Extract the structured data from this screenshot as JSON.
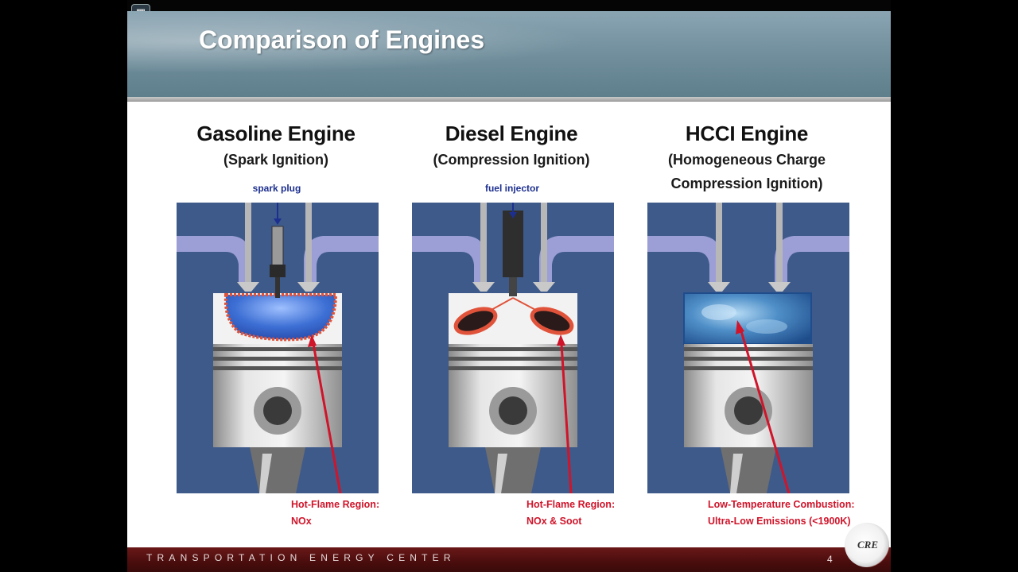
{
  "slide": {
    "title": "Comparison of Engines",
    "footer": "TRANSPORTATION ENERGY CENTER",
    "page_number": "4",
    "logo_text": "CRE"
  },
  "engines": [
    {
      "title": "Gasoline Engine",
      "subtitle_lines": [
        "(Spark Ignition)"
      ],
      "top_callout": "spark plug",
      "note_lines": [
        "Hot-Flame Region:",
        "NOx"
      ]
    },
    {
      "title": "Diesel Engine",
      "subtitle_lines": [
        "(Compression Ignition)"
      ],
      "top_callout": "fuel injector",
      "note_lines": [
        "Hot-Flame Region:",
        "NOx & Soot"
      ]
    },
    {
      "title": "HCCI Engine",
      "subtitle_lines": [
        "(Homogeneous Charge",
        "Compression Ignition)"
      ],
      "top_callout": "",
      "note_lines": [
        "Low-Temperature Combustion:",
        "Ultra-Low Emissions (<1900K)"
      ]
    }
  ],
  "colors": {
    "cylinder_wall": "#3e5a8a",
    "intake_port": "#9c9fd6",
    "piston": "#d9d9d9",
    "flame_blue": "#3d6fd4",
    "flame_edge": "#e0533a",
    "annotation_red": "#d0142a",
    "callout_blue": "#1c2f8f",
    "footer_band": "#5a1010"
  }
}
